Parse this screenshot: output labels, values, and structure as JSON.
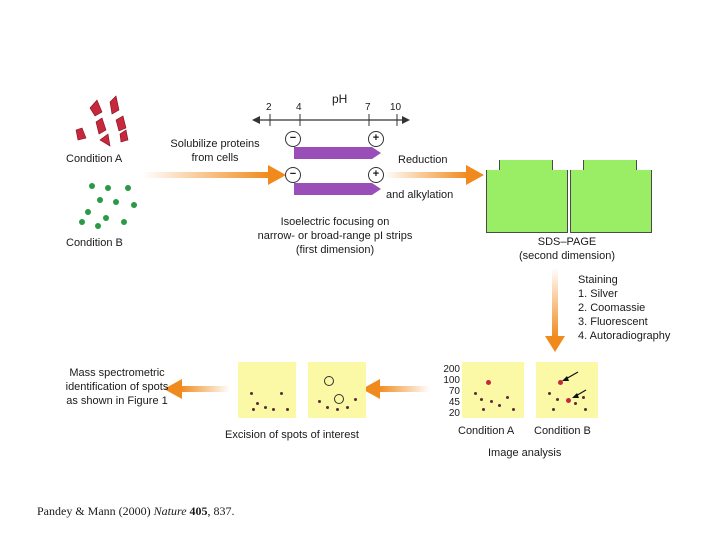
{
  "cells": {
    "condition_a": "Condition A",
    "condition_b": "Condition B"
  },
  "steps": {
    "solubilize": [
      "Solubilize proteins",
      "from cells"
    ],
    "reduction": "Reduction",
    "alkylation": "and alkylation",
    "ief": [
      "Isoelectric focusing on",
      "narrow- or broad-range pI strips",
      "(first dimension)"
    ],
    "sds_page": [
      "SDS–PAGE",
      "(second dimension)"
    ],
    "staining_title": "Staining",
    "staining_methods": [
      "1. Silver",
      "2. Coomassie",
      "3. Fluorescent",
      "4. Autoradiography"
    ],
    "mass_spec": [
      "Mass spectrometric",
      "identification of spots",
      "as shown in Figure 1"
    ],
    "excision": "Excision of spots of interest",
    "image_analysis": "Image analysis",
    "gel_condition_a": "Condition A",
    "gel_condition_b": "Condition B"
  },
  "ph_scale": {
    "title": "pH",
    "ticks": [
      "2",
      "4",
      "7",
      "10"
    ]
  },
  "electrodes": {
    "minus": "−",
    "plus": "+"
  },
  "mw_scale": [
    "200",
    "100",
    "70",
    "45",
    "20"
  ],
  "citation": {
    "authors_year": "Pandey & Mann (2000) ",
    "journal": "Nature",
    "volume": "405",
    "pages": ", 837."
  },
  "colors": {
    "arrow": "#f08a1c",
    "gel_green": "#99ee66",
    "panel_yellow": "#fbf8a6",
    "strip_purple": "#9a4fb8",
    "cell_red": "#c8283c",
    "cell_green": "#2a9a44"
  }
}
